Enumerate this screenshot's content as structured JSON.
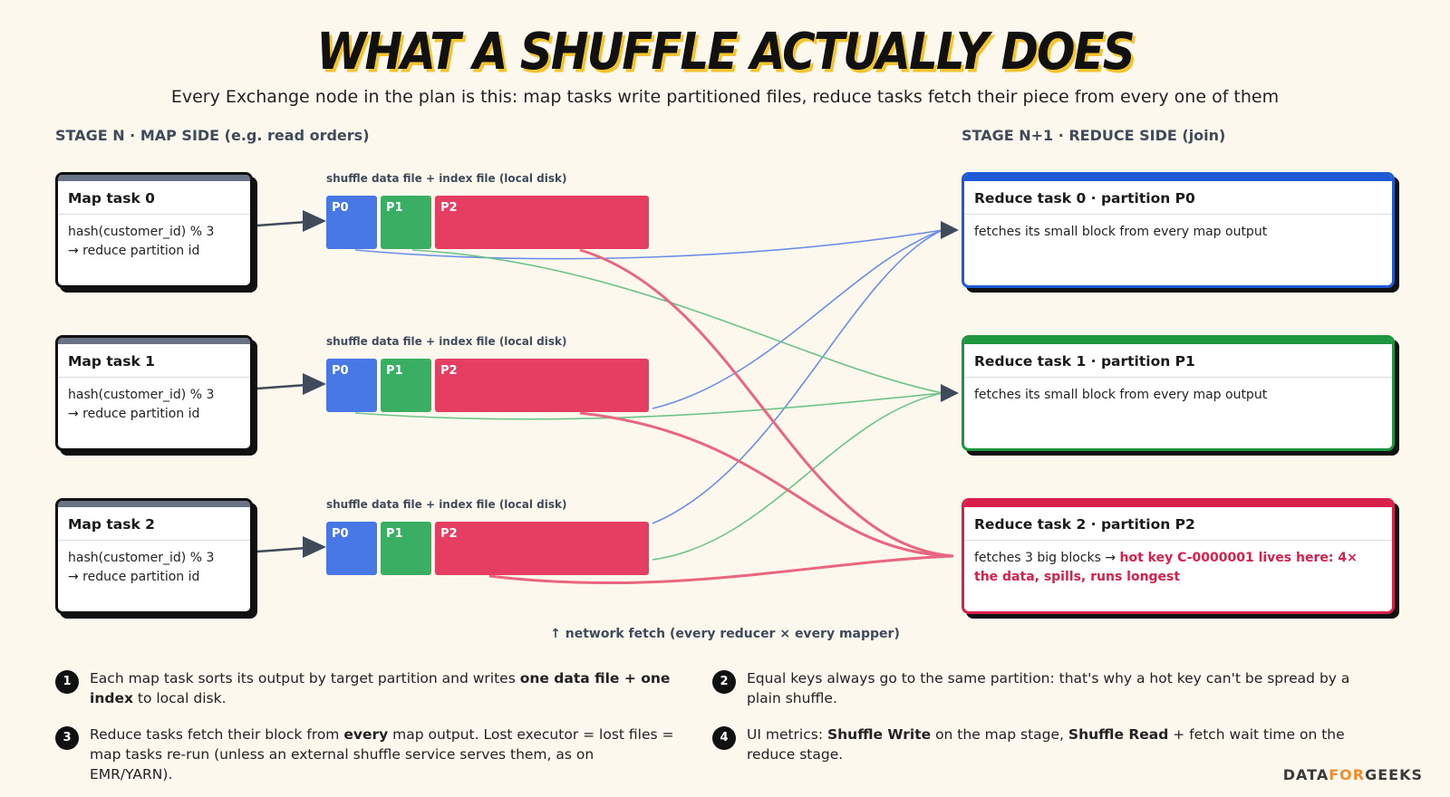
{
  "title": "WHAT A SHUFFLE ACTUALLY DOES",
  "subtitle": "Every Exchange node in the plan is this: map tasks write partitioned files, reduce tasks fetch their piece from every one of them",
  "stages": {
    "map_label": "STAGE N · MAP SIDE (e.g. read orders)",
    "reduce_label": "STAGE N+1 · REDUCE SIDE (join)"
  },
  "map_tasks": [
    {
      "title": "Map task 0",
      "line1": "hash(customer_id) % 3",
      "line2": "→ reduce partition id",
      "file_label": "shuffle data file + index file (local disk)",
      "parts": [
        "P0",
        "P1",
        "P2"
      ]
    },
    {
      "title": "Map task 1",
      "line1": "hash(customer_id) % 3",
      "line2": "→ reduce partition id",
      "file_label": "shuffle data file + index file (local disk)",
      "parts": [
        "P0",
        "P1",
        "P2"
      ]
    },
    {
      "title": "Map task 2",
      "line1": "hash(customer_id) % 3",
      "line2": "→ reduce partition id",
      "file_label": "shuffle data file + index file (local disk)",
      "parts": [
        "P0",
        "P1",
        "P2"
      ]
    }
  ],
  "reduce_tasks": [
    {
      "title": "Reduce task 0 · partition P0",
      "body": "fetches its small block from every map output",
      "hot": ""
    },
    {
      "title": "Reduce task 1 · partition P1",
      "body": "fetches its small block from every map output",
      "hot": ""
    },
    {
      "title": "Reduce task 2 · partition P2",
      "body": "fetches 3 big blocks → ",
      "hot": "hot key C-0000001 lives here: 4× the data, spills, runs longest"
    }
  ],
  "colors": {
    "p0": "#4878e6",
    "p1": "#3aae63",
    "p2": "#e63e62",
    "reduce0": "#1f5ad6",
    "reduce1": "#1e9640",
    "reduce2": "#d81f4c"
  },
  "fetch_note": "↑ network fetch (every reducer × every mapper)",
  "notes": [
    {
      "num": "1",
      "a": "Each map task sorts its output by target partition and writes ",
      "b": "one data file + one index",
      "c": " to local disk.",
      "d": "",
      "e": ""
    },
    {
      "num": "2",
      "a": "Equal keys always go to the same partition: that's why a hot key can't be spread by a plain shuffle.",
      "b": "",
      "c": "",
      "d": "",
      "e": ""
    },
    {
      "num": "3",
      "a": "Reduce tasks fetch their block from ",
      "b": "every",
      "c": " map output. Lost executor = lost files = map tasks re-run (unless an external shuffle service serves them, as on EMR/YARN).",
      "d": "",
      "e": ""
    },
    {
      "num": "4",
      "a": "UI metrics: ",
      "b": "Shuffle Write",
      "c": " on the map stage, ",
      "d": "Shuffle Read",
      "e": " + fetch wait time on the reduce stage."
    }
  ],
  "brand": {
    "a": "DATA",
    "b": "FOR",
    "c": "GEEKS"
  }
}
